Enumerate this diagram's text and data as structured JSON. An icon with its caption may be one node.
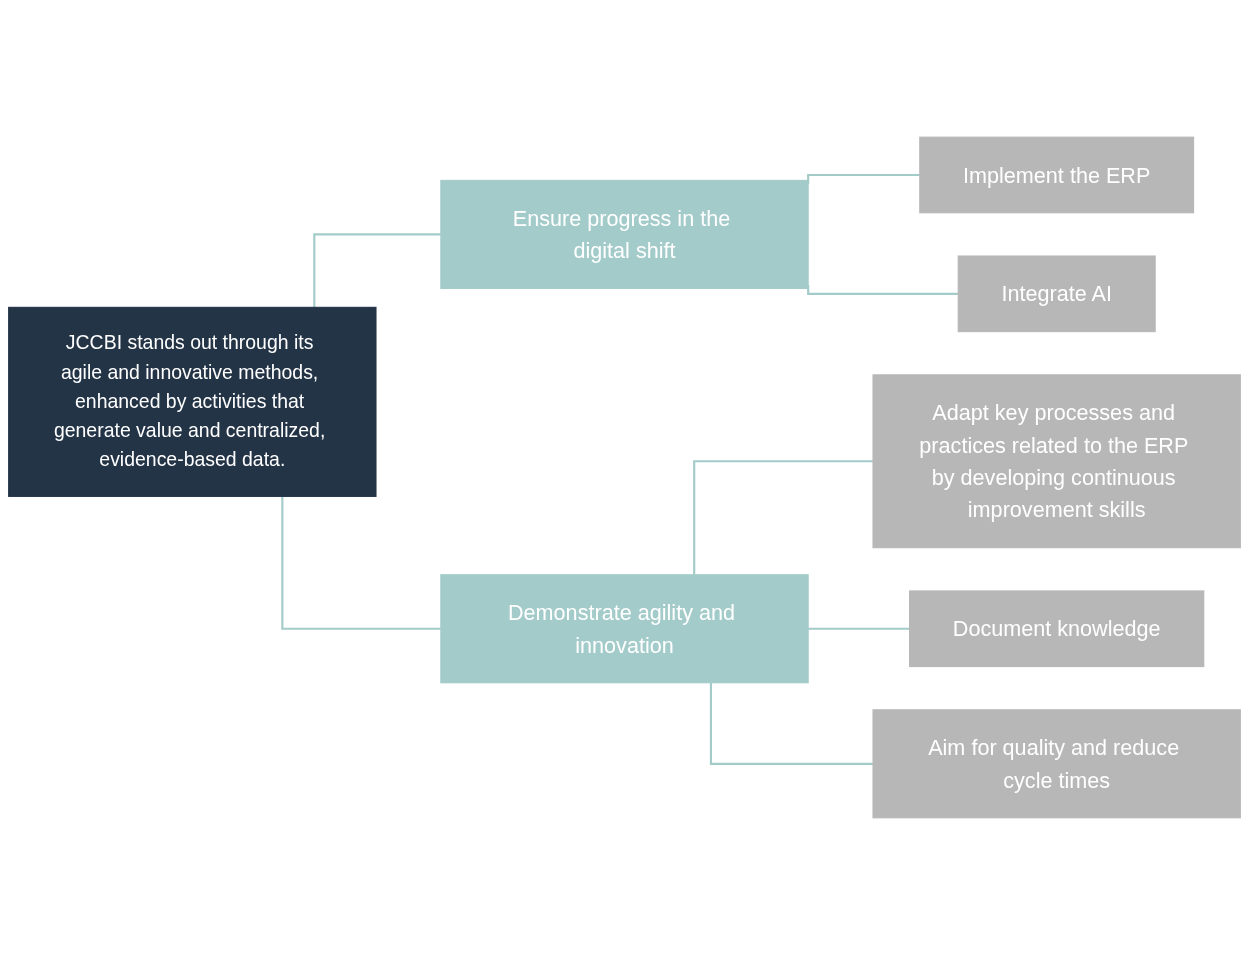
{
  "diagram": {
    "nodes": [
      {
        "text": [
          "JCCBI stands out through its agile and innovative methods, enhanced by activities that generate value and centralized, evidence-based data."
        ]
      },
      {
        "text": [
          "Ensure progress in the digital shift"
        ]
      },
      {
        "text": [
          "Demonstrate agility and innovation"
        ]
      },
      {
        "text": [
          "Implement the ERP"
        ]
      },
      {
        "text": [
          "Integrate AI"
        ]
      },
      {
        "text": [
          "Adapt key processes and practices related to the ERP by developing continuous improvement skills"
        ]
      },
      {
        "text": [
          "Document knowledge"
        ]
      },
      {
        "text": [
          "Aim for quality and reduce cycle times"
        ]
      }
    ],
    "edges": [
      {
        "from": 0,
        "to": 1,
        "arrow": "none"
      },
      {
        "from": 0,
        "to": 2,
        "arrow": "none"
      },
      {
        "from": 1,
        "to": 3,
        "arrow": "none"
      },
      {
        "from": 1,
        "to": 4,
        "arrow": "none"
      },
      {
        "from": 2,
        "to": 5,
        "arrow": "none"
      },
      {
        "from": 2,
        "to": 6,
        "arrow": "none"
      },
      {
        "from": 2,
        "to": 7,
        "arrow": "none"
      }
    ]
  }
}
